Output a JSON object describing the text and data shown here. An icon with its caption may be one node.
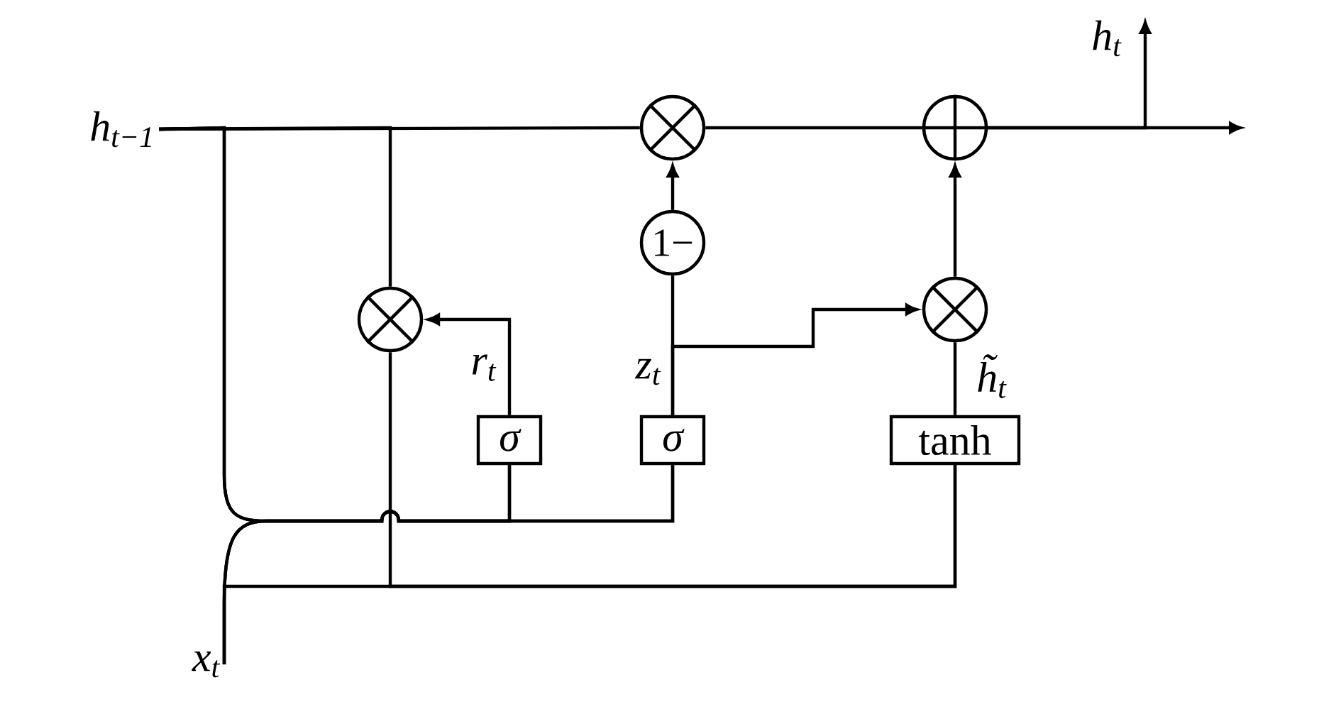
{
  "diagram": {
    "nodes": [
      {
        "text": [
          "h$_{t−1}$"
        ]
      },
      {
        "text": [
          "x$_{t}$"
        ]
      },
      {
        "text": [],
        "shape": "circle"
      },
      {
        "text": [
          "σ"
        ]
      },
      {
        "text": [
          "σ"
        ]
      },
      {
        "text": [
          "1−"
        ]
      },
      {
        "text": [],
        "shape": "circle"
      },
      {
        "text": [],
        "shape": "circle"
      },
      {
        "text": [],
        "shape": "circle"
      },
      {
        "text": [
          "tanh"
        ]
      }
    ],
    "edges": [
      {
        "from": 0,
        "to": 6,
        "arrow": "none"
      },
      {
        "from": 6,
        "to": 7,
        "arrow": "none"
      },
      {
        "from": 7,
        "to": null,
        "arrow": "to"
      },
      {
        "from": 7,
        "to": null,
        "arrow": "to",
        "label": "h$_{t}$"
      },
      {
        "from": 0,
        "to": 2,
        "arrow": "none"
      },
      {
        "from": 0,
        "to": 3,
        "arrow": "none"
      },
      {
        "from": 0,
        "to": 4,
        "arrow": "none"
      },
      {
        "from": 1,
        "to": 3,
        "arrow": "none"
      },
      {
        "from": 1,
        "to": 4,
        "arrow": "none"
      },
      {
        "from": 1,
        "to": 9,
        "arrow": "none"
      },
      {
        "from": 2,
        "to": 9,
        "arrow": "none"
      },
      {
        "from": 3,
        "to": 2,
        "arrow": "to",
        "label": "r$_{t}$"
      },
      {
        "from": 4,
        "to": 5,
        "arrow": "none",
        "label": "z$_{t}$"
      },
      {
        "from": 5,
        "to": 6,
        "arrow": "to"
      },
      {
        "from": 4,
        "to": 8,
        "arrow": "to"
      },
      {
        "from": 9,
        "to": 8,
        "arrow": "none",
        "label": "h̃$_{t}$"
      },
      {
        "from": 8,
        "to": 7,
        "arrow": "to"
      }
    ]
  }
}
